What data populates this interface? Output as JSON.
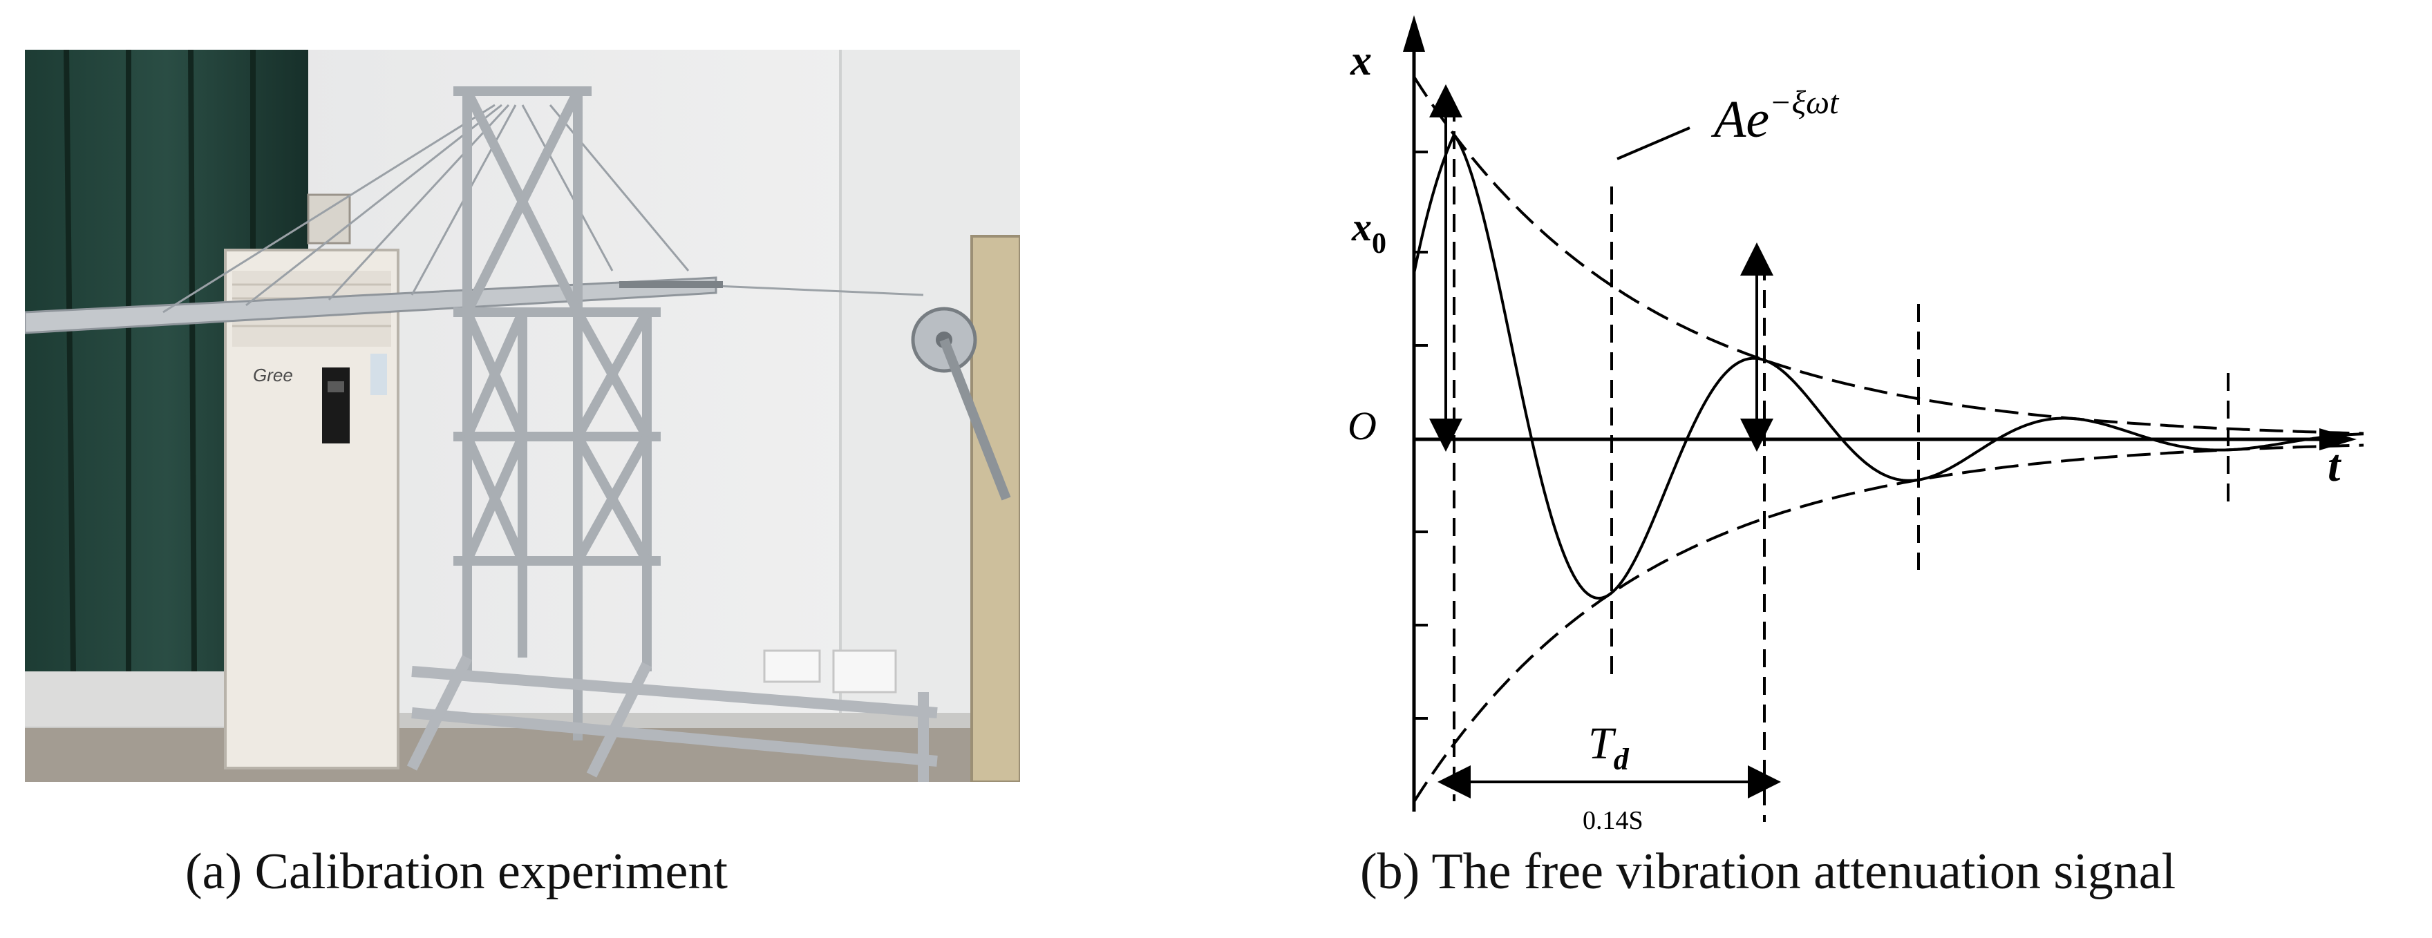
{
  "panel_a": {
    "caption": "(a) Calibration experiment",
    "ac_brand_text": "Gree"
  },
  "panel_b": {
    "caption": "(b) The free vibration attenuation signal",
    "y_axis_label": "x",
    "x_axis_label": "t",
    "origin_label": "O",
    "initial_label": "x",
    "initial_subscript": "0",
    "envelope_label": "Ae",
    "envelope_exponent": "−ξωt",
    "period_label": "T",
    "period_subscript": "d",
    "period_value": "0.14S"
  },
  "chart_data": {
    "type": "line",
    "title": "",
    "xlabel": "t",
    "ylabel": "x",
    "series": [
      {
        "name": "",
        "shape": "damped sine wave",
        "style": "solid"
      },
      {
        "name": "",
        "shape": "upper exponential envelope",
        "style": "dashed"
      },
      {
        "name": "",
        "shape": "lower exponential envelope",
        "style": "dashed"
      }
    ],
    "period_Td": "0.14S",
    "annotations": [
      "Ae^{−ξωt}",
      "x0",
      "O",
      "Td"
    ]
  }
}
